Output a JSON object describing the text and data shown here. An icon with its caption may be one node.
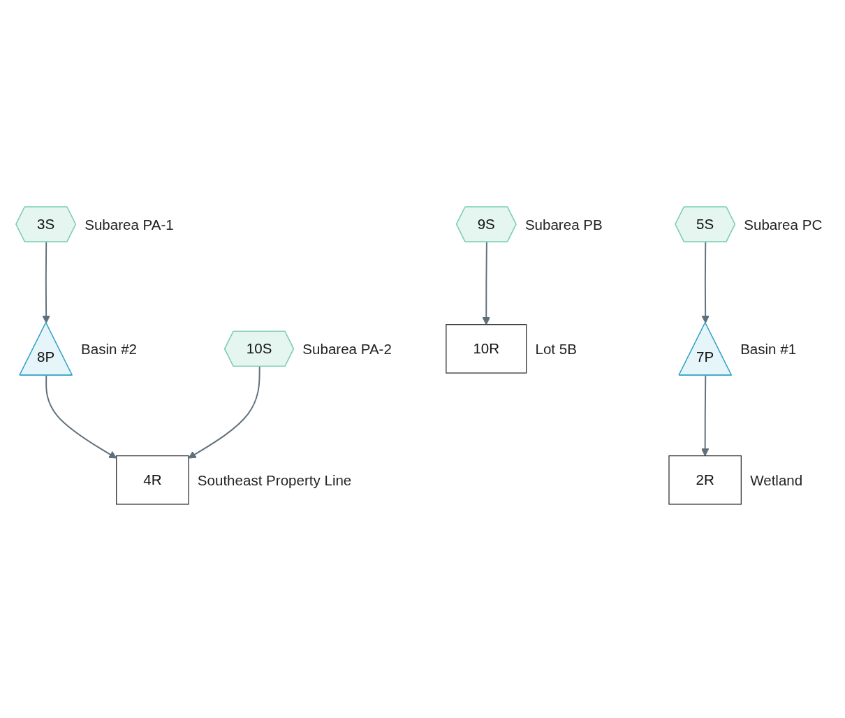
{
  "diagram": {
    "nodes": [
      {
        "text": [
          "3S"
        ],
        "beside": [
          "Subarea PA-1"
        ]
      },
      {
        "text": [
          "10S"
        ],
        "beside": [
          "Subarea PA-2"
        ]
      },
      {
        "text": [
          "9S"
        ],
        "beside": [
          "Subarea PB"
        ]
      },
      {
        "text": [
          "5S"
        ],
        "beside": [
          "Subarea PC"
        ]
      },
      {
        "text": [
          "8P"
        ],
        "beside": [
          "Basin #2"
        ]
      },
      {
        "text": [
          "10R"
        ],
        "beside": [
          "Lot 5B"
        ]
      },
      {
        "text": [
          "7P"
        ],
        "beside": [
          "Basin #1"
        ]
      },
      {
        "text": [
          "2R"
        ],
        "beside": [
          "Wetland"
        ]
      },
      {
        "text": [
          "4R"
        ],
        "beside": [
          "Southeast Property Line"
        ]
      }
    ],
    "edges": [
      {
        "from": 0,
        "to": 4,
        "arrow": "to"
      },
      {
        "from": 4,
        "to": 8,
        "arrow": "to"
      },
      {
        "from": 1,
        "to": 8,
        "arrow": "to"
      },
      {
        "from": 2,
        "to": 5,
        "arrow": "to"
      },
      {
        "from": 3,
        "to": 6,
        "arrow": "to"
      },
      {
        "from": 6,
        "to": 7,
        "arrow": "to"
      }
    ]
  }
}
